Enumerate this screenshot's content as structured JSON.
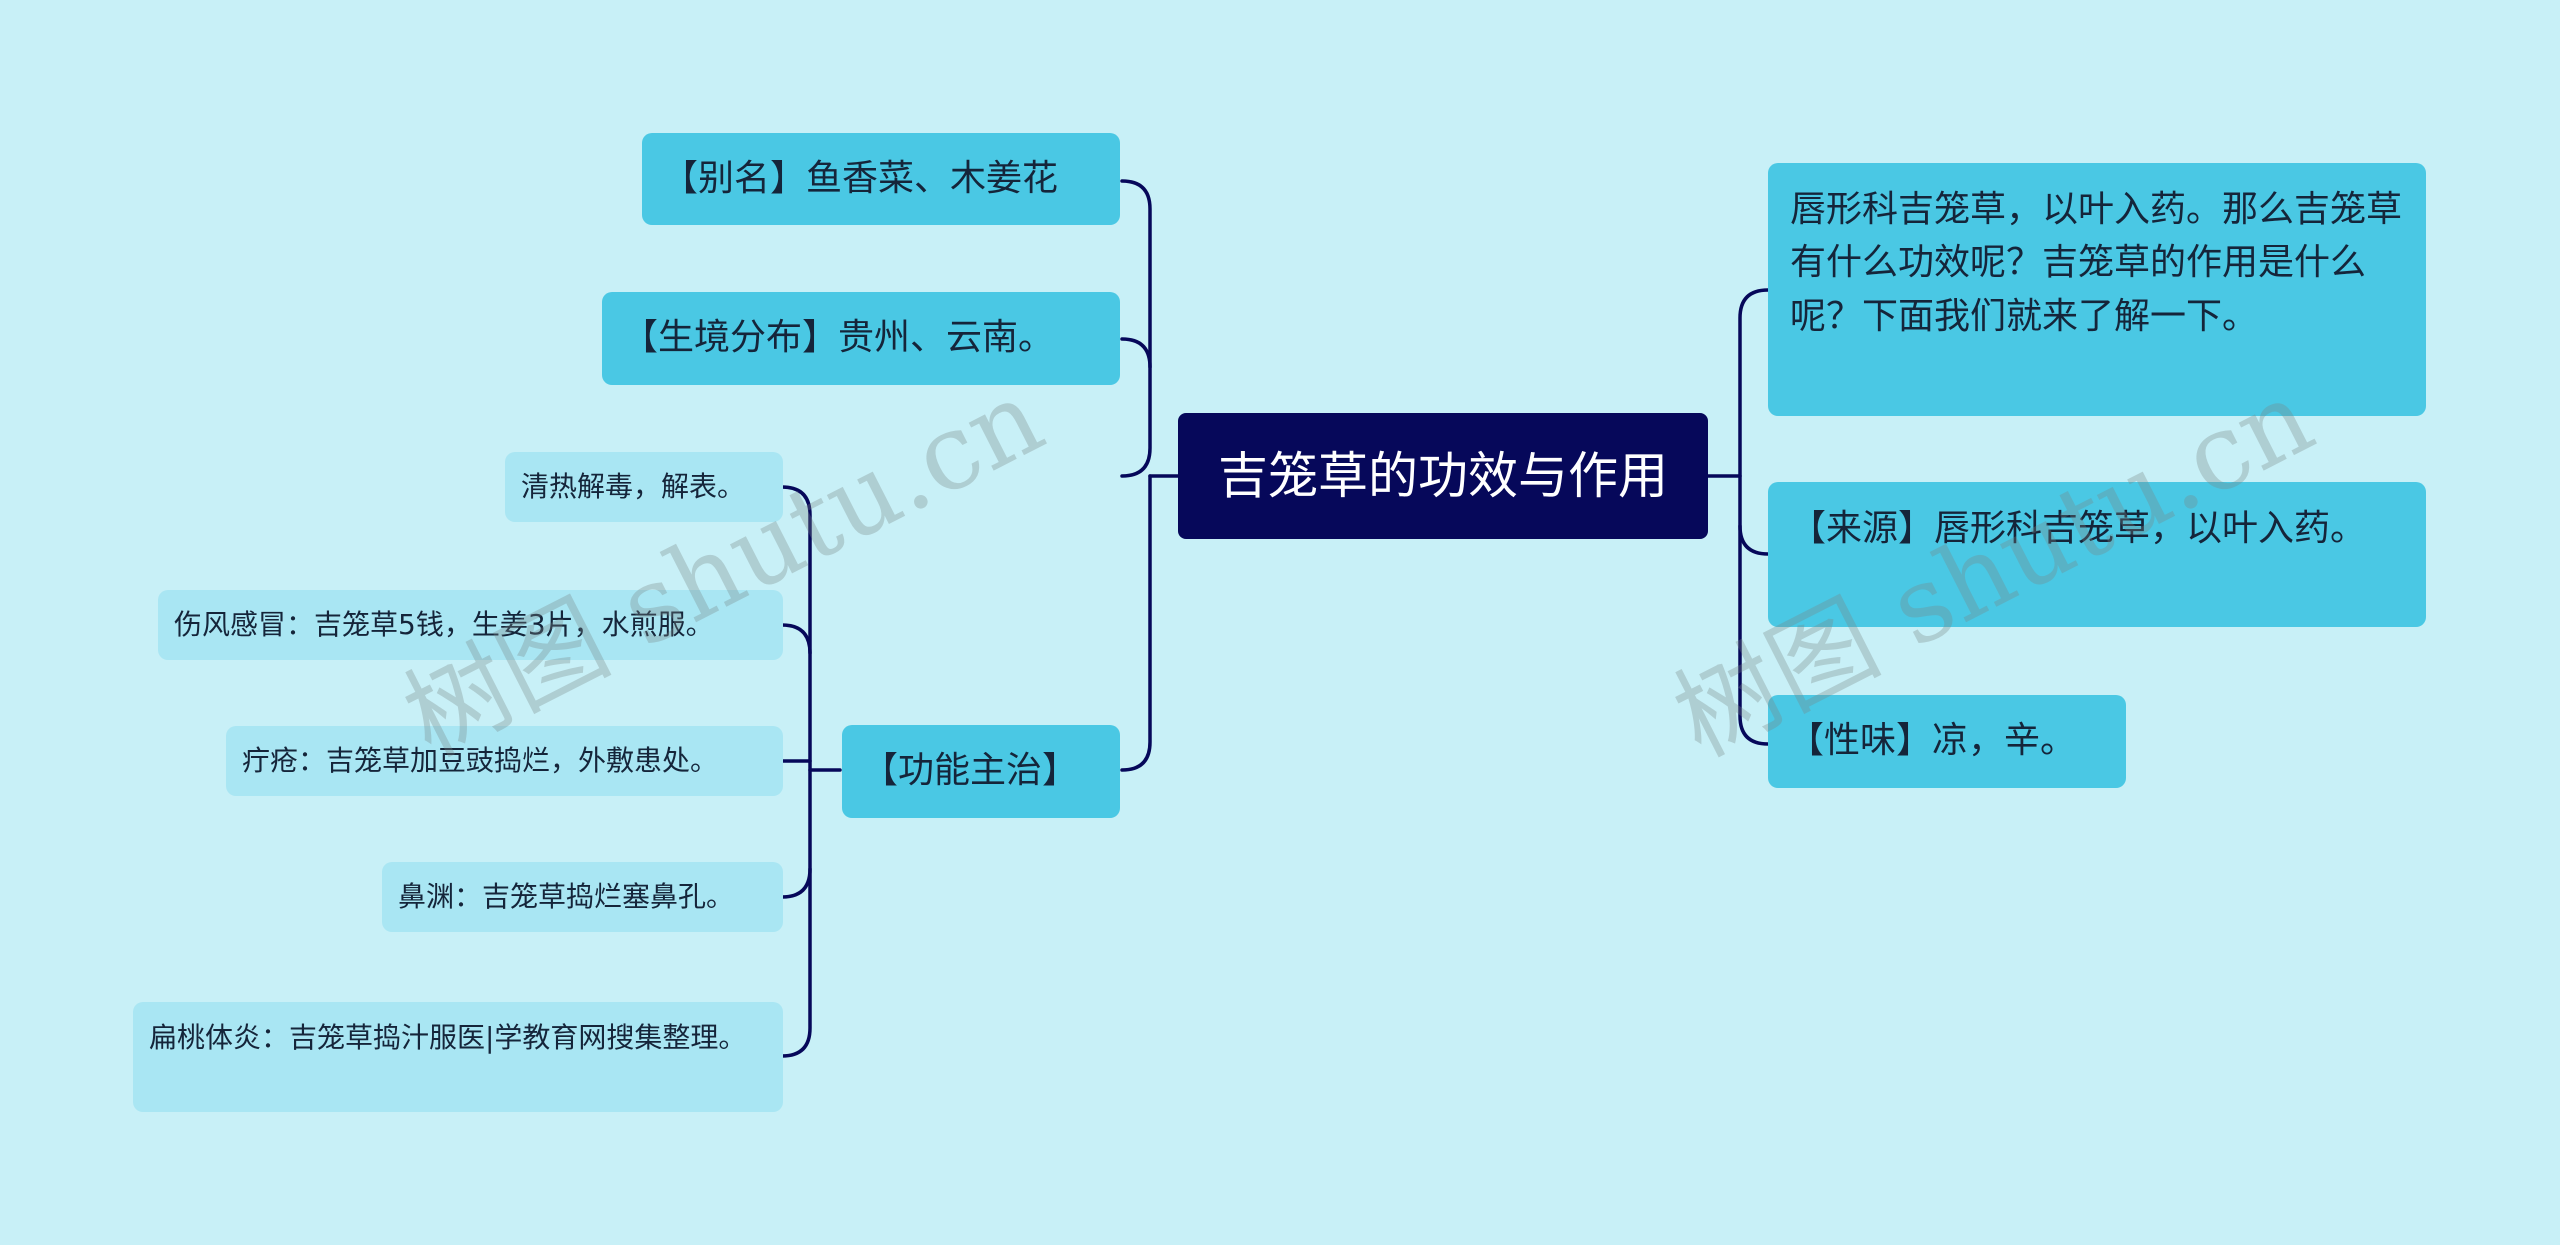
{
  "root": {
    "label": "吉笼草的功效与作用"
  },
  "left": {
    "alias": "【别名】鱼香菜、木姜花",
    "habitat": "【生境分布】贵州、云南。",
    "function": {
      "label": "【功能主治】",
      "items": [
        "清热解毒，解表。",
        "伤风感冒：吉笼草5钱，生姜3片，水煎服。",
        "疔疮：吉笼草加豆豉捣烂，外敷患处。",
        "鼻渊：吉笼草捣烂塞鼻孔。",
        "扁桃体炎：吉笼草捣汁服医|学教育网搜集整理。"
      ]
    }
  },
  "right": {
    "intro": "唇形科吉笼草，以叶入药。那么吉笼草有什么功效呢？吉笼草的作用是什么呢？下面我们就来了解一下。",
    "source": "【来源】唇形科吉笼草，以叶入药。",
    "nature": "【性味】凉，辛。"
  },
  "watermarks": [
    "树图 shutu.cn",
    "树图 shutu.cn"
  ],
  "colors": {
    "background": "#c8f0f7",
    "root_fill": "#06085a",
    "level1_fill": "#4ac8e4",
    "level2_fill": "#a9e6f3",
    "connector": "#06085a"
  }
}
